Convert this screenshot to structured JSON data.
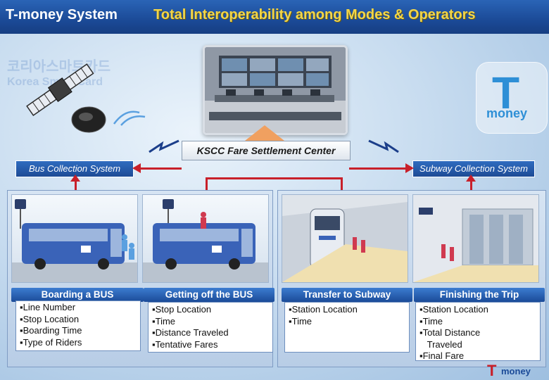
{
  "header": {
    "title": "T-money System",
    "subtitle": "Total Interoperability among Modes & Operators"
  },
  "brand": {
    "watermark_top": "코리아스마트카드",
    "watermark_bottom": "Korea Smart Card",
    "logo_letter": "T",
    "logo_word": "money"
  },
  "center": {
    "label": "KSCC Fare Settlement Center"
  },
  "collection": {
    "bus": "Bus Collection System",
    "subway": "Subway Collection System"
  },
  "stages": [
    {
      "title": "Boarding a BUS",
      "items": [
        "Line Number",
        "Stop Location",
        "Boarding Time",
        "Type of Riders"
      ]
    },
    {
      "title": "Getting off the BUS",
      "items": [
        "Stop Location",
        "Time",
        "Distance Traveled",
        "Tentative Fares"
      ]
    },
    {
      "title": "Transfer to Subway",
      "items": [
        "Station Location",
        "Time"
      ]
    },
    {
      "title": "Finishing the Trip",
      "items": [
        "Station Location",
        "Time",
        "Total Distance",
        " Traveled",
        "Final Fare"
      ]
    }
  ],
  "colors": {
    "header_bg": "#1b4a97",
    "subtitle_yellow": "#f2d64a",
    "line_red": "#c8202a",
    "bus_blue": "#3a63b8",
    "logo_blue": "#2e8fd6"
  },
  "icons": [
    "satellite-icon",
    "lightning-icon",
    "bus-icon",
    "subway-train-icon",
    "passenger-icon",
    "bus-stop-sign-icon"
  ]
}
